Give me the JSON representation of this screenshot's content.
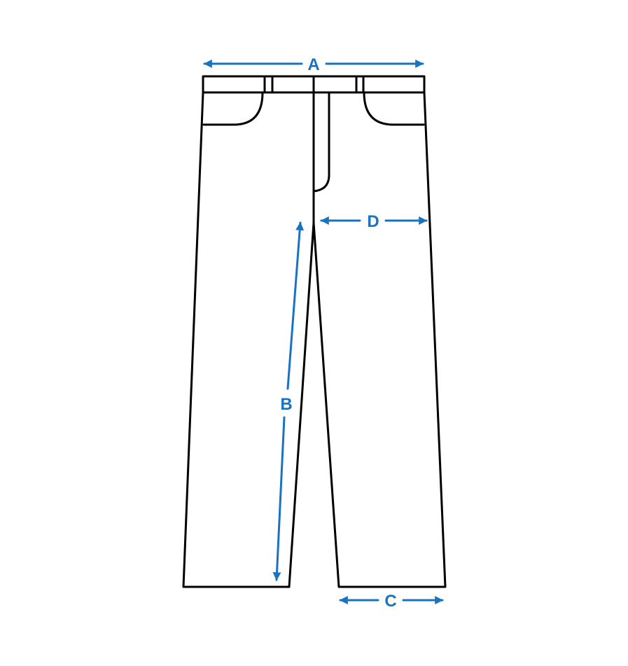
{
  "diagram": {
    "colors": {
      "outline": "#000000",
      "dimension": "#1a73c0",
      "background": "#ffffff"
    },
    "dimensions": {
      "waist": {
        "label": "A"
      },
      "inseam": {
        "label": "B"
      },
      "leg_opening": {
        "label": "C"
      },
      "thigh": {
        "label": "D"
      }
    }
  }
}
